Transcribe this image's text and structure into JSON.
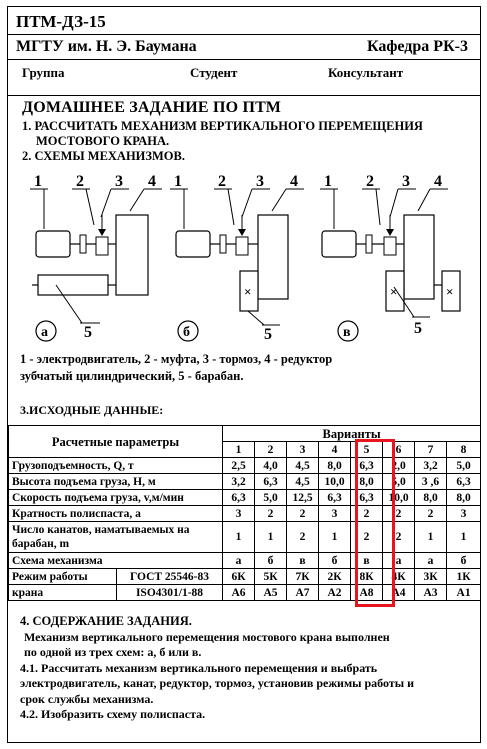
{
  "header": {
    "code": "ПТМ-ДЗ-15",
    "university": "МГТУ им. Н. Э. Баумана",
    "department": "Кафедра РК-3",
    "group_label": "Группа",
    "student_label": "Студент",
    "consultant_label": "Консультант"
  },
  "title": "ДОМАШНЕЕ ЗАДАНИЕ ПО ПТМ",
  "task": {
    "item1_line1": "1. РАССЧИТАТЬ МЕХАНИЗМ ВЕРТИКАЛЬНОГО ПЕРЕМЕЩЕНИЯ",
    "item1_line2": "МОСТОВОГО КРАНА.",
    "item2": "2. СХЕМЫ МЕХАНИЗМОВ."
  },
  "diagrams": {
    "num1": "1",
    "num2": "2",
    "num3": "3",
    "num4": "4",
    "num5": "5",
    "cross": "×",
    "labels": [
      "а",
      "б",
      "в"
    ]
  },
  "legend": {
    "line1": "1 - электродвигатель, 2 - муфта, 3 - тормоз, 4 - редуктор",
    "line2": "зубчатый цилиндрический, 5  -  барабан."
  },
  "source_title": "3.ИСХОДНЫЕ ДАННЫЕ:",
  "table": {
    "param_header": "Расчетные параметры",
    "variants_header": "Варианты",
    "variants": [
      "1",
      "2",
      "3",
      "4",
      "5",
      "6",
      "7",
      "8"
    ],
    "rows": [
      {
        "label": "Грузоподъемность, Q, т",
        "values": [
          "2,5",
          "4,0",
          "4,5",
          "8,0",
          "6,3",
          "2,0",
          "3,2",
          "5,0"
        ]
      },
      {
        "label": "Высота подъема груза, H, м",
        "values": [
          "3,2",
          "6,3",
          "4,5",
          "10,0",
          "8,0",
          "5,0",
          "3 ,6",
          "6,3"
        ]
      },
      {
        "label": "Скорость подъема груза, v,м/мин",
        "values": [
          "6,3",
          "5,0",
          "12,5",
          "6,3",
          "6,3",
          "10,0",
          "8,0",
          "8,0"
        ]
      },
      {
        "label": "Кратность полиспаста, a",
        "values": [
          "3",
          "2",
          "2",
          "3",
          "2",
          "2",
          "2",
          "3"
        ]
      },
      {
        "label": "Число канатов, наматываемых на барабан, m",
        "values": [
          "1",
          "1",
          "2",
          "1",
          "2",
          "2",
          "1",
          "1"
        ]
      },
      {
        "label": "Схема механизма",
        "values": [
          "а",
          "б",
          "в",
          "б",
          "в",
          "а",
          "а",
          "б"
        ]
      }
    ],
    "mode_label1": "Режим работы",
    "mode_label2": "крана",
    "gost": "ГОСТ 25546-83",
    "gost_values": [
      "6К",
      "5К",
      "7К",
      "2К",
      "8К",
      "4К",
      "3К",
      "1К"
    ],
    "iso": "ISO4301/1-88",
    "iso_values": [
      "А6",
      "А5",
      "А7",
      "А2",
      "А8",
      "А4",
      "А3",
      "А1"
    ]
  },
  "content": {
    "title": "4. СОДЕРЖАНИЕ ЗАДАНИЯ.",
    "line1": "Механизм вертикального перемещения мостового крана   выполнен",
    "line2": "по одной из трех  схем: а, б или в.",
    "line3": "4.1. Рассчитать механизм вертикального перемещения и выбрать",
    "line4": "электродвигатель, канат, редуктор, тормоз, установив режимы работы и",
    "line5": "срок службы механизма.",
    "line6": "4.2. Изобразить схему  полиспаста."
  },
  "colors": {
    "highlight": "#e8141e",
    "ink": "#000000"
  }
}
